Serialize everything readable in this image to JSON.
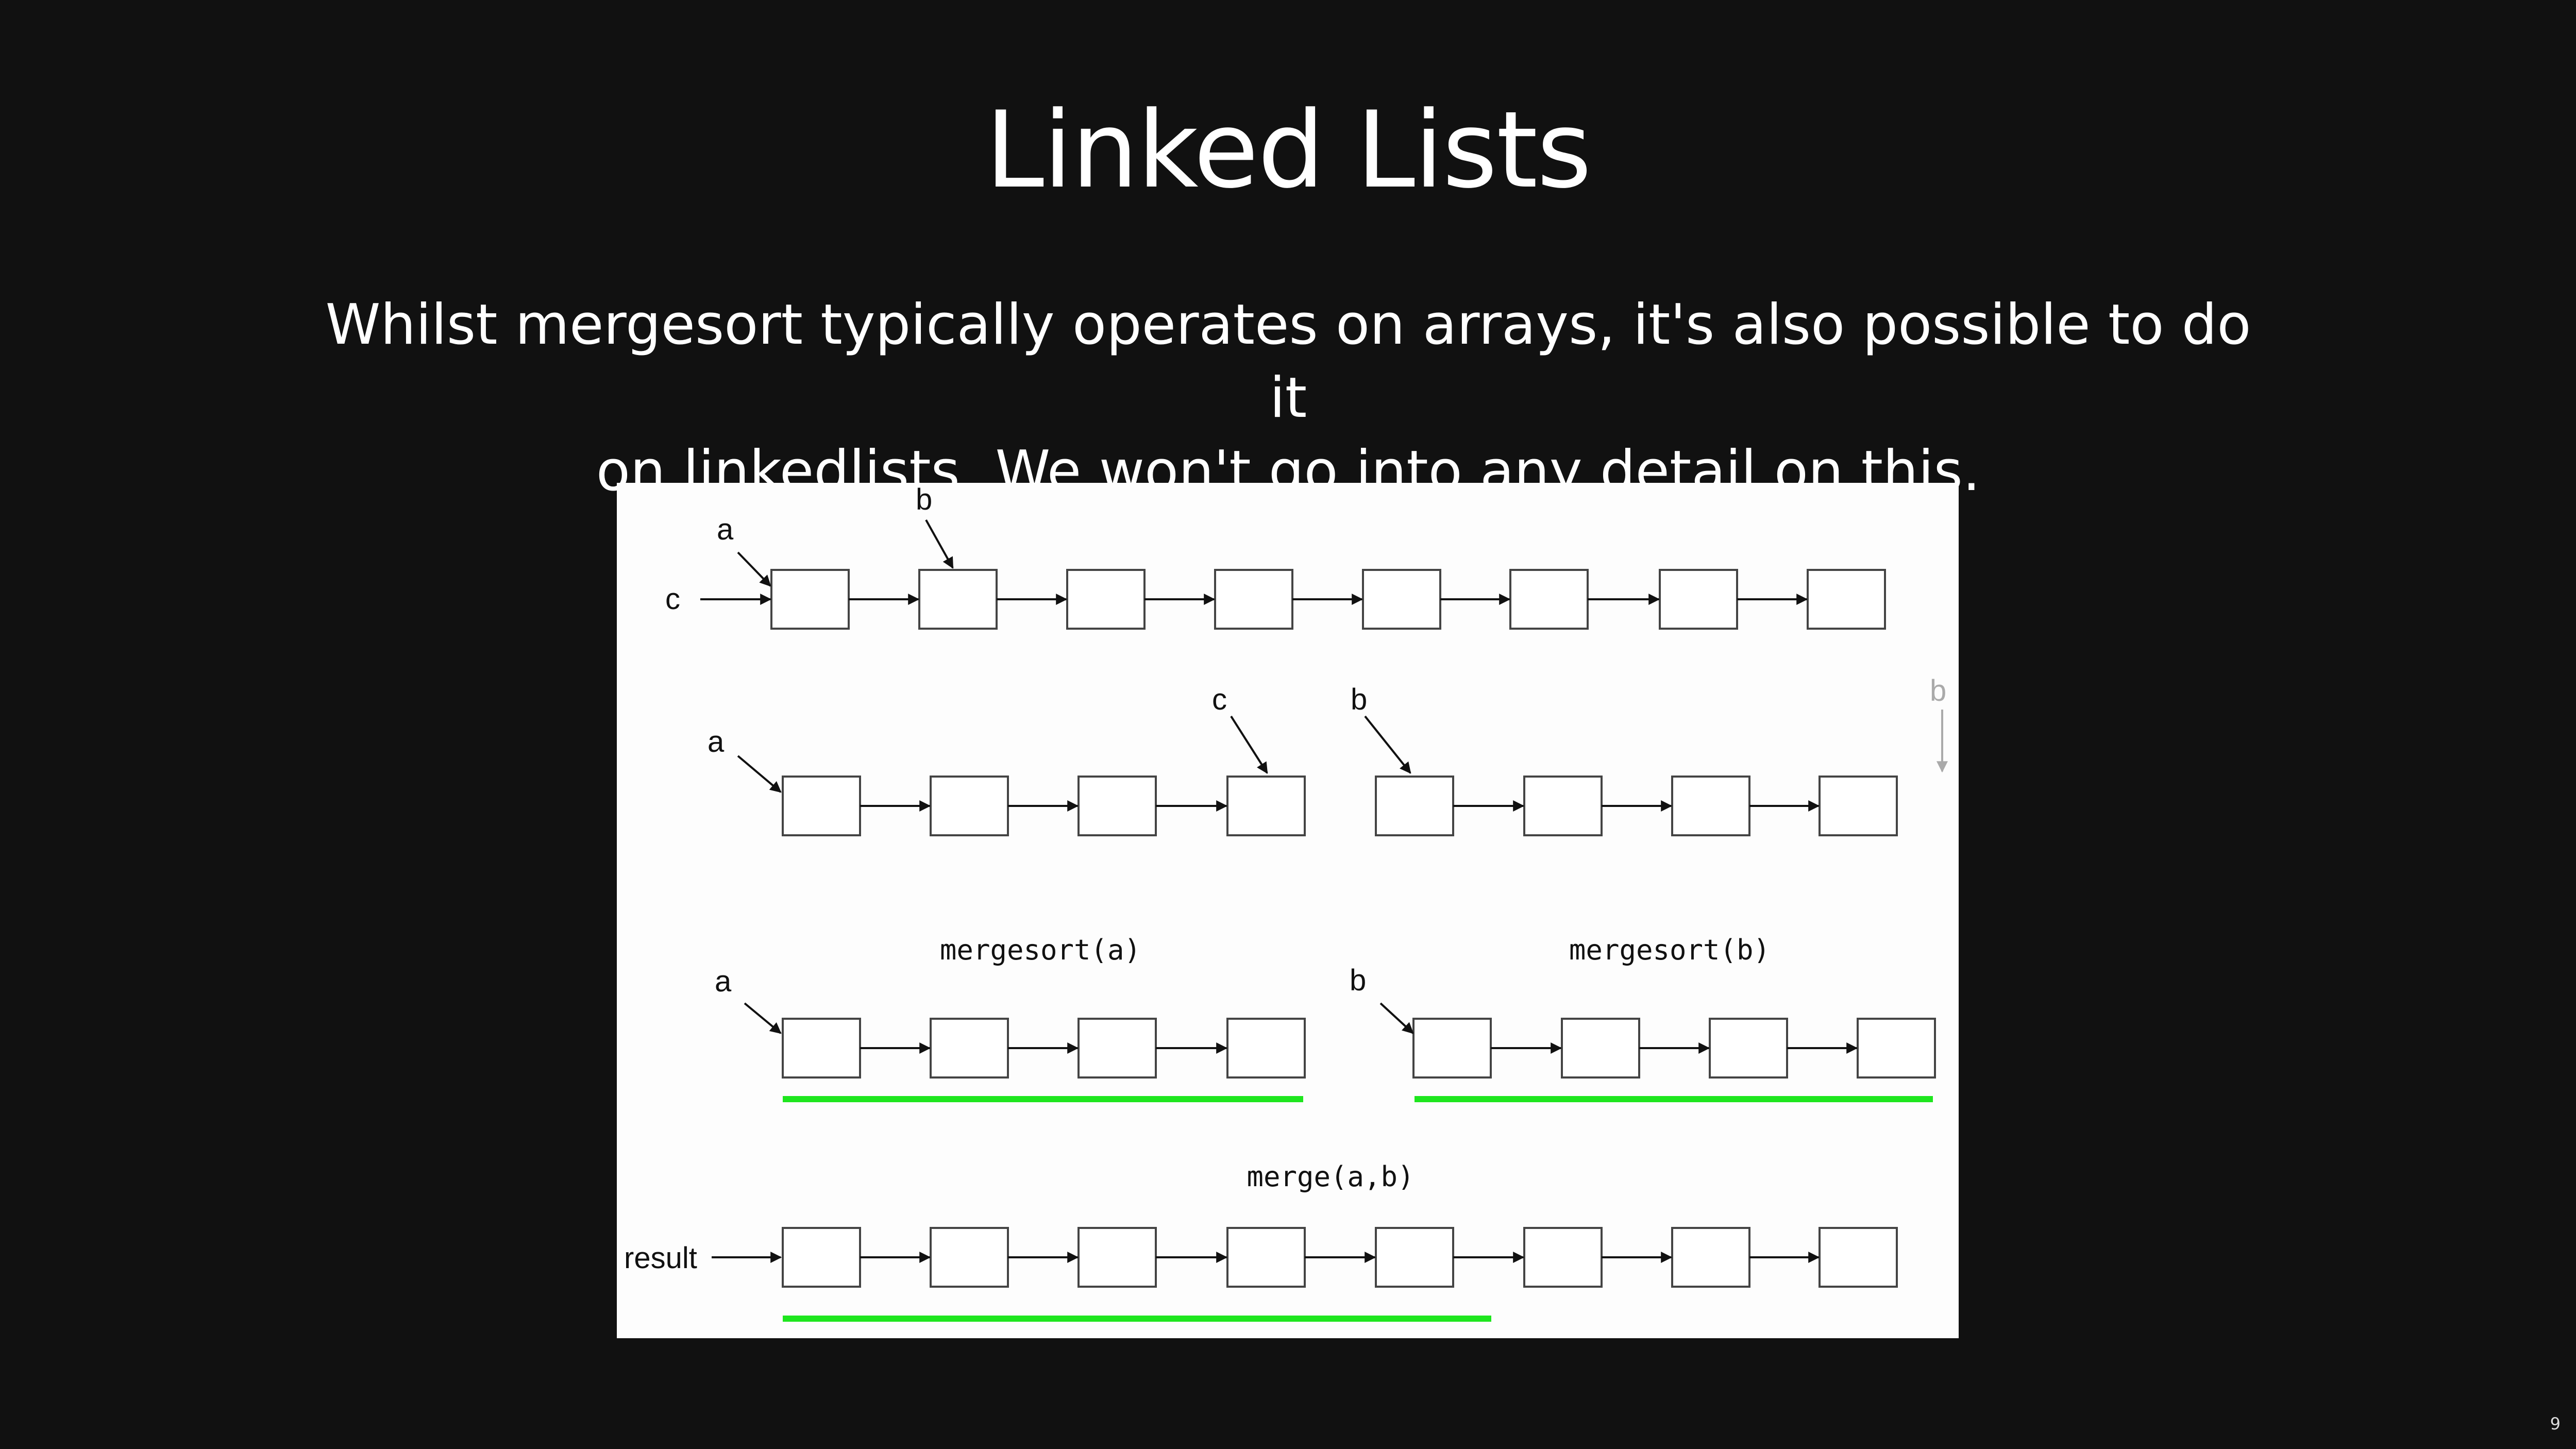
{
  "slide": {
    "title": "Linked Lists",
    "text_line1": "Whilst mergesort typically operates on arrays, it's also possible to do it",
    "text_line2": "on linkedlists. We won't go into any detail on this.",
    "page_number": "9"
  },
  "diagram": {
    "row1": {
      "label_a": "a",
      "label_b": "b",
      "label_c": "c"
    },
    "row2": {
      "label_a": "a",
      "label_c": "c",
      "label_b": "b",
      "label_b_faded": "b"
    },
    "row3": {
      "label_a": "a",
      "label_b": "b",
      "caption_left": "mergesort(a)",
      "caption_right": "mergesort(b)"
    },
    "row4": {
      "caption": "merge(a,b)",
      "label_result": "result"
    },
    "colors": {
      "node_stroke": "#444444",
      "highlight": "#1ee61e",
      "faded": "#aaaaaa",
      "text": "#111111"
    }
  }
}
